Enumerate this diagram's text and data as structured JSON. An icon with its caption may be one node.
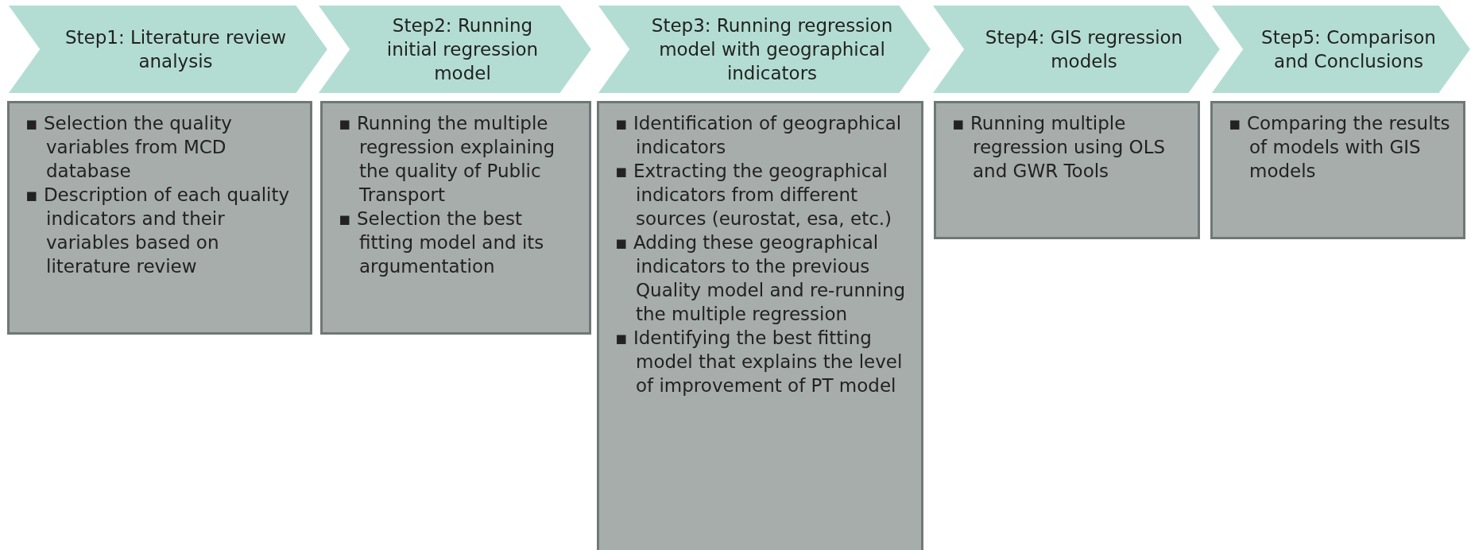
{
  "diagram": {
    "nodes": [
      {
        "text": [
          "Step1: Literature review analysis"
        ]
      },
      {
        "text": [
          "Step2: Running initial regression model"
        ]
      },
      {
        "text": [
          "Step3: Running regression model with geographical indicators"
        ]
      },
      {
        "text": [
          "Step4: GIS regression models"
        ]
      },
      {
        "text": [
          "Step5: Comparison and Conclusions"
        ]
      },
      {
        "text": [
          "▪ Selection the quality variables from MCD database",
          "▪ Description of each quality indicators and their variables based on literature review"
        ]
      },
      {
        "text": [
          "▪ Running the multiple regression explaining the quality of Public Transport",
          "▪ Selection the best fitting model and its argumentation"
        ]
      },
      {
        "text": [
          "▪ Identification of geographical indicators",
          "▪ Extracting the geographical indicators from different sources (eurostat, esa, etc.)",
          "▪ Adding these geographical indicators to the previous Quality model and re-running the multiple regression",
          "▪ Identifying the best fitting model that explains the level of improvement of PT model"
        ]
      },
      {
        "text": [
          "▪ Running multiple regression using OLS and GWR Tools"
        ]
      },
      {
        "text": [
          "▪ Comparing the results of models with GIS models"
        ]
      }
    ],
    "edges": []
  }
}
